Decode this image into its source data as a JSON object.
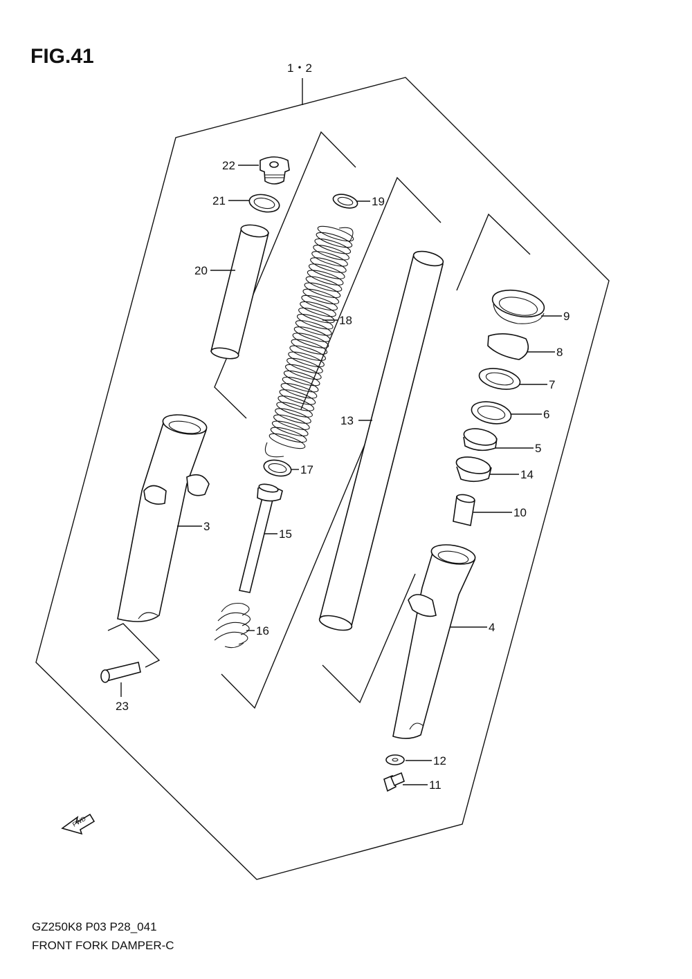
{
  "figure": {
    "title": "FIG.41",
    "assembly_label": "1・2"
  },
  "callouts": [
    {
      "id": "22",
      "text": "22"
    },
    {
      "id": "21",
      "text": "21"
    },
    {
      "id": "20",
      "text": "20"
    },
    {
      "id": "19",
      "text": "19"
    },
    {
      "id": "18",
      "text": "18"
    },
    {
      "id": "17",
      "text": "17"
    },
    {
      "id": "16",
      "text": "16"
    },
    {
      "id": "15",
      "text": "15"
    },
    {
      "id": "14",
      "text": "14"
    },
    {
      "id": "13",
      "text": "13"
    },
    {
      "id": "12",
      "text": "12"
    },
    {
      "id": "11",
      "text": "11"
    },
    {
      "id": "10",
      "text": "10"
    },
    {
      "id": "9",
      "text": "9"
    },
    {
      "id": "8",
      "text": "8"
    },
    {
      "id": "7",
      "text": "7"
    },
    {
      "id": "6",
      "text": "6"
    },
    {
      "id": "5",
      "text": "5"
    },
    {
      "id": "4",
      "text": "4"
    },
    {
      "id": "3",
      "text": "3"
    },
    {
      "id": "23",
      "text": "23"
    }
  ],
  "fwd_label": "FWD",
  "footer": {
    "code": "GZ250K8 P03 P28_041",
    "name": "FRONT FORK DAMPER-C"
  }
}
